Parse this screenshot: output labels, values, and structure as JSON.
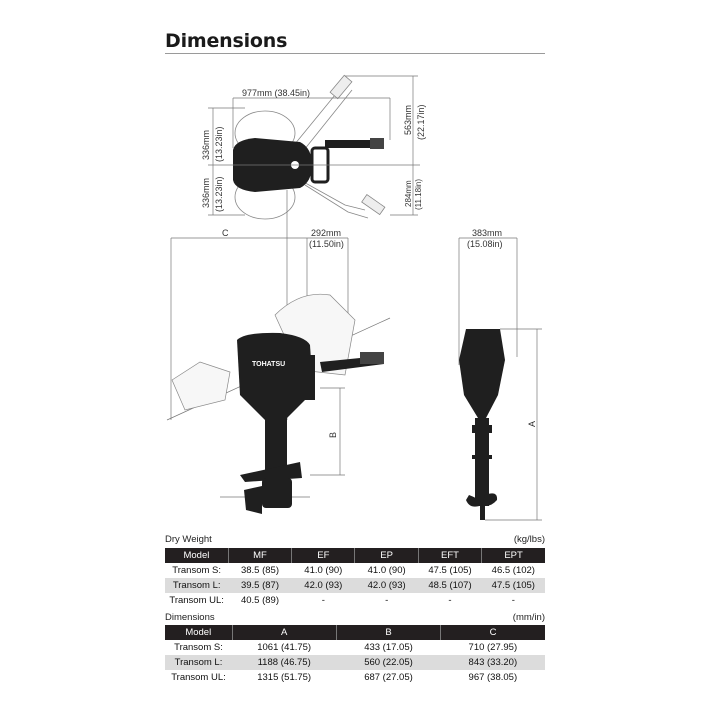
{
  "header": {
    "title": "Dimensions"
  },
  "diagram": {
    "top_view": {
      "width_label": "977mm (38.45in)",
      "half_width_upper": {
        "mm": "336mm",
        "in": "(13.23in)"
      },
      "half_width_lower": {
        "mm": "336mm",
        "in": "(13.23in)"
      },
      "tiller_reach": {
        "mm": "563mm",
        "in": "(22.17in)"
      },
      "tiller_lower": {
        "mm": "284mm",
        "in": "(11.18in)"
      }
    },
    "side_view": {
      "c_label": "C",
      "offset": {
        "mm": "292mm",
        "in": "(11.50in)"
      },
      "b_label": "B",
      "brand": "TOHATSU"
    },
    "rear_view": {
      "width": {
        "mm": "383mm",
        "in": "(15.08in)"
      },
      "a_label": "A"
    }
  },
  "dry_weight": {
    "caption": "Dry Weight",
    "unit": "(kg/lbs)",
    "columns": [
      "Model",
      "MF",
      "EF",
      "EP",
      "EFT",
      "EPT"
    ],
    "rows": [
      [
        "Transom S:",
        "38.5 (85)",
        "41.0 (90)",
        "41.0 (90)",
        "47.5 (105)",
        "46.5 (102)"
      ],
      [
        "Transom L:",
        "39.5 (87)",
        "42.0 (93)",
        "42.0 (93)",
        "48.5 (107)",
        "47.5 (105)"
      ],
      [
        "Transom UL:",
        "40.5 (89)",
        "-",
        "-",
        "-",
        "-"
      ]
    ]
  },
  "dimensions": {
    "caption": "Dimensions",
    "unit": "(mm/in)",
    "columns": [
      "Model",
      "A",
      "B",
      "C"
    ],
    "rows": [
      [
        "Transom S:",
        "1061 (41.75)",
        "433 (17.05)",
        "710 (27.95)"
      ],
      [
        "Transom L:",
        "1188 (46.75)",
        "560 (22.05)",
        "843 (33.20)"
      ],
      [
        "Transom UL:",
        "1315 (51.75)",
        "687 (27.05)",
        "967 (38.05)"
      ]
    ]
  }
}
